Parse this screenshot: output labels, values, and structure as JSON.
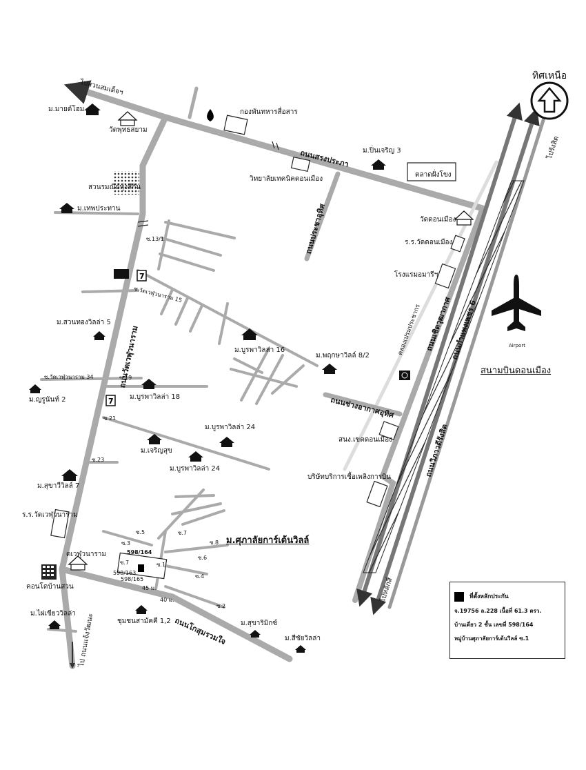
{
  "north": {
    "label": "ทิศเหนือ"
  },
  "roads": {
    "songprapha": "ถนนสรงประภา",
    "prachauthit": "ถนนประชาอุทิศ",
    "wat_phai_ngern": "ถนนวัดเวฬุวนาราม",
    "chang_akat": "ถนนช่างอากาศอุทิศ",
    "kosum": "ถนนโกสุมรวมใจ",
    "choeng_talay": "ถนนเชิดวุฒากาศ",
    "kamphaeng_phet": "ถนนกำแพงเพชร 6",
    "wiphawadi": "ถนนวิภาวดีรังสิต",
    "to_lak_si": "ไปหลักสี่",
    "to_rangsit": "ไปรังสิต",
    "to_suan_somdet": "ไปสวนสมเด็จฯ",
    "to_chaeng": "ไป ถนนแจ้งวัฒนะ",
    "khlong": "คลองเปรมประชากร"
  },
  "places": {
    "m_mai_home": "ม.มายด์โฮม",
    "wat_phutthasayam": "วัดพุทธสยาม",
    "suan_rommani": "สวนรมณีย์ทุ่งสีกัน",
    "m_thep": "ม.เทพประทาน",
    "kong_phan": "กองพันทหารสื่อสาร",
    "college": "วิทยาลัยเทคนิคดอนเมือง",
    "m_pin_charoen": "ม.ปิ่นเจริญ 3",
    "market": "ตลาดฝั่งโขง",
    "wat_don_mueang": "วัดดอนเมือง",
    "school_don": "ร.ร.วัดดอนเมือง",
    "hotel": "โรงแรมอมารีฯ",
    "m_suan_thong": "ม.สวนทองวิลล่า 5",
    "m_burapha16": "ม.บูรพาวิลล่า 16",
    "m_pruksa": "ม.พฤกษาวิลล์ 8/2",
    "m_yaruanan": "ม.ญรูนันท์ 2",
    "m_burapha18": "ม.บูรพาวิลล่า 18",
    "m_burapha24a": "ม.บูรพาวิลล่า 24",
    "m_charoensuk": "ม.เจริญสุข",
    "m_burapha24b": "ม.บูรพาวิลล่า 24",
    "m_sukhawee": "ม.สุขาวีวิลล์ 7",
    "police": "สนง.เขตดอนเมือง",
    "fuel": "บริษัทบริการเชื้อเพลิงการบิน",
    "school_wat": "ร.ร.วัดเวฬุวนาราม",
    "wat_welu": "ดเวฬุวนาราม",
    "condo": "คอนโดบ้านสวน",
    "m_phai_khiao": "ม.ไผ่เขียววิลล่า",
    "chumchon": "ชุมชนสามัคคี 1,2",
    "m_sukharamik": "ม.สุขาริมิกซ์",
    "m_sichai": "ม.สีชัยวิลล่า",
    "airport_cap": "Airport",
    "airport_title": "สนามบินดอนเมือง",
    "village_title": "ม.ศุภาลัยการ์เด้นวิลล์"
  },
  "sois": {
    "s13_1": "ซ.13/1",
    "s_wat15": "ซ.วัดเวฬุวนาราม 15",
    "s_wat34": "ซ.วัดเวฬุวนาราม 34",
    "s19": "ซ.19",
    "s21": "ซ.21",
    "s23": "ซ.23",
    "v3": "ซ.3",
    "v5": "ซ.5",
    "v7a": "ซ.7",
    "v7b": "ซ.7",
    "v6": "ซ.6",
    "v8": "ซ.8",
    "v4": "ซ.4",
    "v2": "ซ.2",
    "v1": "ซ.1",
    "lot164": "598/164",
    "lot163": "598/163",
    "lot165": "598/165",
    "w45": "45 ม.",
    "w40": "40 ม."
  },
  "legend": {
    "head": "ที่ตั้งหลักประกัน",
    "line1": "จ.19756 ล.228 เนื้อที่ 61.3 ตรว.",
    "line2": "บ้านเดี่ยว 2 ชั้น เลขที่ 598/164",
    "line3": "หมู่บ้านศุภาลัยการ์เด้นวิลล์ ซ.1"
  }
}
